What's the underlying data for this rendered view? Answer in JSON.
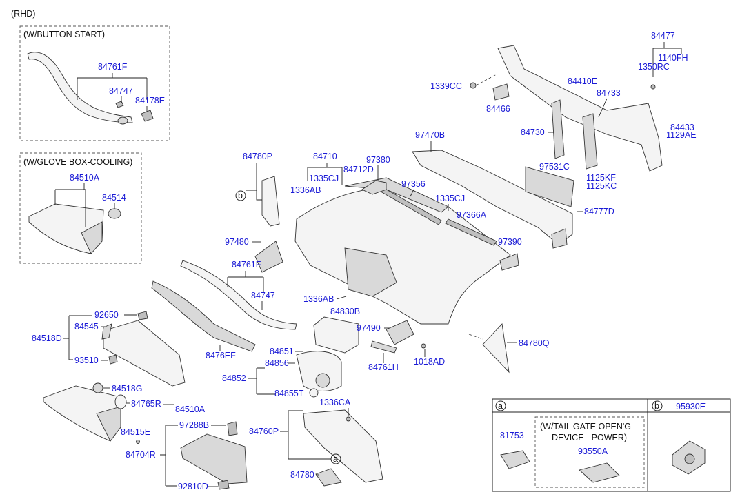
{
  "header": {
    "variant": "(RHD)"
  },
  "groups": {
    "button_start": "(W/BUTTON START)",
    "glove_cooling": "(W/GLOVE BOX-COOLING)",
    "tail_gate": [
      "(W/TAIL GATE OPEN'G-",
      "DEVICE - POWER)"
    ]
  },
  "legend": {
    "a": "a",
    "b": "b",
    "b_part": "95930E",
    "a_part": "81753",
    "tail_part": "93550A"
  },
  "labels": {
    "p84761F_top": "84761F",
    "p84747_top": "84747",
    "p84178E": "84178E",
    "p84510A_top": "84510A",
    "p84514": "84514",
    "p84780P": "84780P",
    "p84710": "84710",
    "p1335CJ_a": "1335CJ",
    "p84712D": "84712D",
    "p97380": "97380",
    "p1336AB": "1336AB",
    "p97356": "97356",
    "p97470B": "97470B",
    "p1335CJ_b": "1335CJ",
    "p97366A": "97366A",
    "p97480": "97480",
    "p97390": "97390",
    "p84477": "84477",
    "p1140FH": "1140FH",
    "p1350RC": "1350RC",
    "p1339CC": "1339CC",
    "p84410E": "84410E",
    "p84733": "84733",
    "p84466": "84466",
    "p84730": "84730",
    "p84433": "84433",
    "p1129AE": "1129AE",
    "p97531C": "97531C",
    "p1125KF": "1125KF",
    "p1125KC": "1125KC",
    "p84777D": "84777D",
    "p84761F_mid": "84761F",
    "p84747_mid": "84747",
    "p1336AB_mid": "1336AB",
    "p84830B": "84830B",
    "p97490": "97490",
    "p1018AD": "1018AD",
    "p84780Q": "84780Q",
    "p92650": "92650",
    "p84545": "84545",
    "p84518D": "84518D",
    "p93510": "93510",
    "p8476EF": "8476EF",
    "p84851": "84851",
    "p84761H": "84761H",
    "p84856": "84856",
    "p84852": "84852",
    "p84855T": "84855T",
    "p84518G": "84518G",
    "p84765R": "84765R",
    "p84510A_bot": "84510A",
    "p1336CA": "1336CA",
    "p84515E": "84515E",
    "p97288B": "97288B",
    "p84760P": "84760P",
    "p84704R": "84704R",
    "p84780": "84780",
    "p92810D": "92810D"
  }
}
